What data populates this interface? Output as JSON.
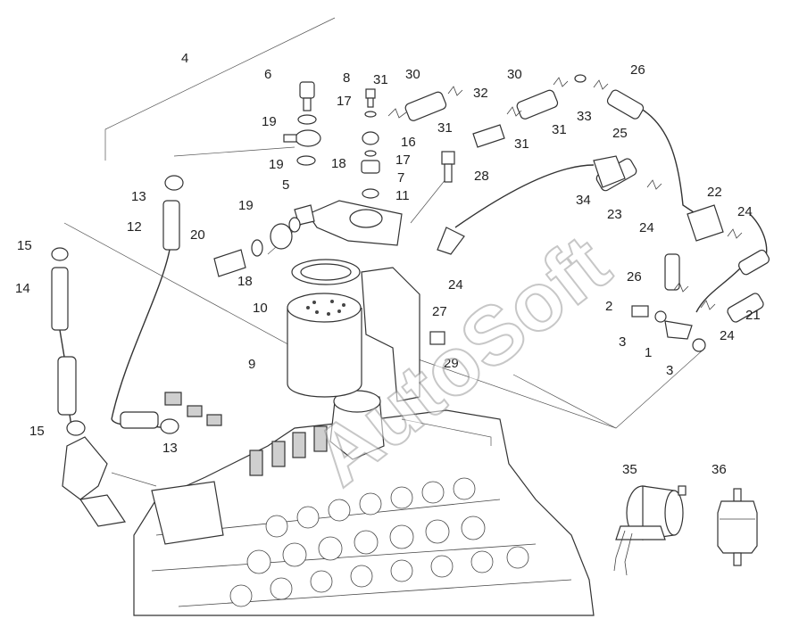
{
  "watermark": "AutoSoft",
  "callouts": {
    "c1": "1",
    "c2": "2",
    "c3a": "3",
    "c3b": "3",
    "c4": "4",
    "c5": "5",
    "c6": "6",
    "c7": "7",
    "c8": "8",
    "c9": "9",
    "c10": "10",
    "c11": "11",
    "c12": "12",
    "c13a": "13",
    "c13b": "13",
    "c14": "14",
    "c15a": "15",
    "c15b": "15",
    "c16": "16",
    "c17a": "17",
    "c17b": "17",
    "c18a": "18",
    "c18b": "18",
    "c19a": "19",
    "c19b": "19",
    "c19c": "19",
    "c20": "20",
    "c21": "21",
    "c22": "22",
    "c23": "23",
    "c24a": "24",
    "c24b": "24",
    "c24c": "24",
    "c24d": "24",
    "c25": "25",
    "c26a": "26",
    "c26b": "26",
    "c27": "27",
    "c28": "28",
    "c29": "29",
    "c30a": "30",
    "c30b": "30",
    "c31a": "31",
    "c31b": "31",
    "c31c": "31",
    "c31d": "31",
    "c32": "32",
    "c33": "33",
    "c34": "34",
    "c35": "35",
    "c36": "36"
  }
}
